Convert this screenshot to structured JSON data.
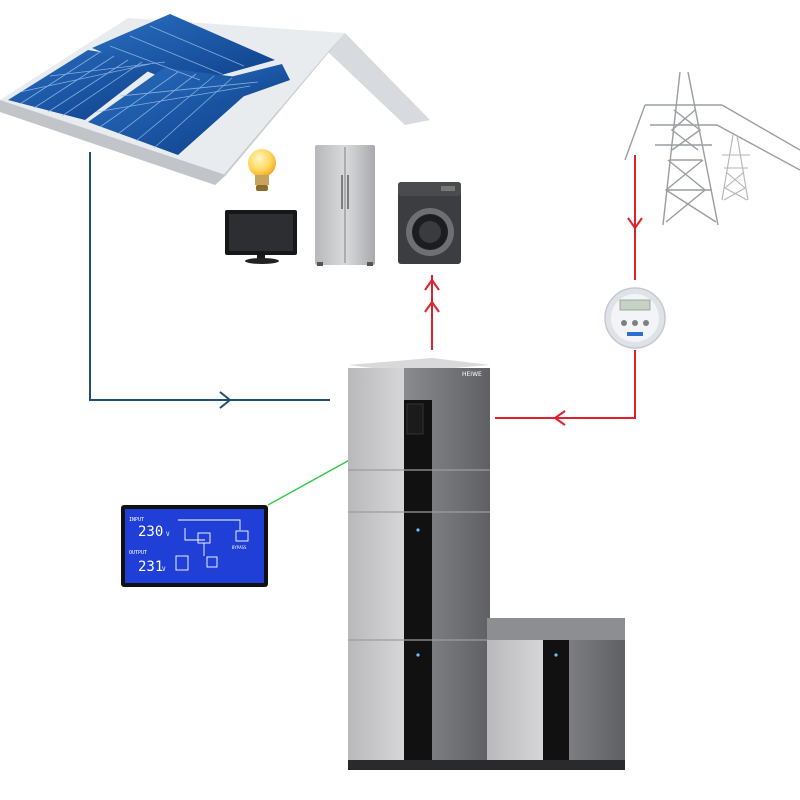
{
  "brand": {
    "label": "HEIWE"
  },
  "lcd": {
    "input_label": "INPUT",
    "input_value": "230",
    "input_unit": "V",
    "output_label": "OUTPUT",
    "output_value": "231",
    "output_unit": "V",
    "right_label": "BYPASS"
  },
  "colors": {
    "solar_line": "#1f4e79",
    "grid_line": "#e0202a",
    "display_link": "#35c84a",
    "lcd_bg": "#1f3fd6",
    "cabinet_light": "#c9c9cb",
    "cabinet_dark": "#6f7073",
    "cabinet_strip": "#111111"
  },
  "icons": [
    "solar-roof-icon",
    "light-bulb-icon",
    "television-icon",
    "refrigerator-icon",
    "washing-machine-icon",
    "power-tower-icon",
    "electric-meter-icon",
    "battery-cabinet-icon",
    "lcd-display-icon"
  ]
}
